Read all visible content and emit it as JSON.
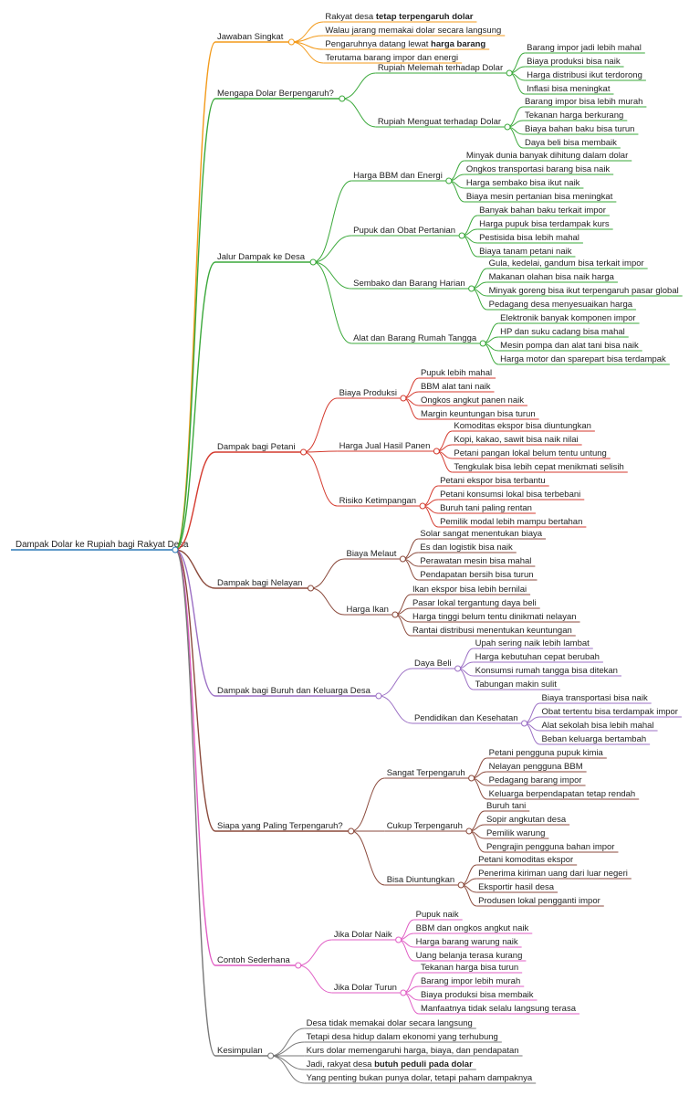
{
  "root": {
    "label": "Dampak Dolar ke Rupiah bagi Rakyat Desa",
    "color": "#2c78b7",
    "children": [
      {
        "label": "Jawaban Singkat",
        "color": "#f39a1a",
        "children": [
          {
            "label": "Rakyat desa ",
            "bold": "tetap terpengaruh dolar"
          },
          {
            "label": "Walau jarang memakai dolar secara langsung"
          },
          {
            "label": "Pengaruhnya datang lewat ",
            "bold": "harga barang"
          },
          {
            "label": "Terutama barang impor dan energi"
          }
        ]
      },
      {
        "label": "Mengapa Dolar Berpengaruh?",
        "color": "#3aa83a",
        "children": [
          {
            "label": "Rupiah Melemah terhadap Dolar",
            "children": [
              {
                "label": "Barang impor jadi lebih mahal"
              },
              {
                "label": "Biaya produksi bisa naik"
              },
              {
                "label": "Harga distribusi ikut terdorong"
              },
              {
                "label": "Inflasi bisa meningkat"
              }
            ]
          },
          {
            "label": "Rupiah Menguat terhadap Dolar",
            "children": [
              {
                "label": "Barang impor bisa lebih murah"
              },
              {
                "label": "Tekanan harga berkurang"
              },
              {
                "label": "Biaya bahan baku bisa turun"
              },
              {
                "label": "Daya beli bisa membaik"
              }
            ]
          }
        ]
      },
      {
        "label": "Jalur Dampak ke Desa",
        "color": "#3aa83a",
        "children": [
          {
            "label": "Harga BBM dan Energi",
            "children": [
              {
                "label": "Minyak dunia banyak dihitung dalam dolar"
              },
              {
                "label": "Ongkos transportasi barang bisa naik"
              },
              {
                "label": "Harga sembako bisa ikut naik"
              },
              {
                "label": "Biaya mesin pertanian bisa meningkat"
              }
            ]
          },
          {
            "label": "Pupuk dan Obat Pertanian",
            "children": [
              {
                "label": "Banyak bahan baku terkait impor"
              },
              {
                "label": "Harga pupuk bisa terdampak kurs"
              },
              {
                "label": "Pestisida bisa lebih mahal"
              },
              {
                "label": "Biaya tanam petani naik"
              }
            ]
          },
          {
            "label": "Sembako dan Barang Harian",
            "children": [
              {
                "label": "Gula, kedelai, gandum bisa terkait impor"
              },
              {
                "label": "Makanan olahan bisa naik harga"
              },
              {
                "label": "Minyak goreng bisa ikut terpengaruh pasar global"
              },
              {
                "label": "Pedagang desa menyesuaikan harga"
              }
            ]
          },
          {
            "label": "Alat dan Barang Rumah Tangga",
            "children": [
              {
                "label": "Elektronik banyak komponen impor"
              },
              {
                "label": "HP dan suku cadang bisa mahal"
              },
              {
                "label": "Mesin pompa dan alat tani bisa naik"
              },
              {
                "label": "Harga motor dan sparepart bisa terdampak"
              }
            ]
          }
        ]
      },
      {
        "label": "Dampak bagi Petani",
        "color": "#d43a2e",
        "children": [
          {
            "label": "Biaya Produksi",
            "children": [
              {
                "label": "Pupuk lebih mahal"
              },
              {
                "label": "BBM alat tani naik"
              },
              {
                "label": "Ongkos angkut panen naik"
              },
              {
                "label": "Margin keuntungan bisa turun"
              }
            ]
          },
          {
            "label": "Harga Jual Hasil Panen",
            "children": [
              {
                "label": "Komoditas ekspor bisa diuntungkan"
              },
              {
                "label": "Kopi, kakao, sawit bisa naik nilai"
              },
              {
                "label": "Petani pangan lokal belum tentu untung"
              },
              {
                "label": "Tengkulak bisa lebih cepat menikmati selisih"
              }
            ]
          },
          {
            "label": "Risiko Ketimpangan",
            "children": [
              {
                "label": "Petani ekspor bisa terbantu"
              },
              {
                "label": "Petani konsumsi lokal bisa terbebani"
              },
              {
                "label": "Buruh tani paling rentan"
              },
              {
                "label": "Pemilik modal lebih mampu bertahan"
              }
            ]
          }
        ]
      },
      {
        "label": "Dampak bagi Nelayan",
        "color": "#8b4a3c",
        "children": [
          {
            "label": "Biaya Melaut",
            "children": [
              {
                "label": "Solar sangat menentukan biaya"
              },
              {
                "label": "Es dan logistik bisa naik"
              },
              {
                "label": "Perawatan mesin bisa mahal"
              },
              {
                "label": "Pendapatan bersih bisa turun"
              }
            ]
          },
          {
            "label": "Harga Ikan",
            "children": [
              {
                "label": "Ikan ekspor bisa lebih bernilai"
              },
              {
                "label": "Pasar lokal tergantung daya beli"
              },
              {
                "label": "Harga tinggi belum tentu dinikmati nelayan"
              },
              {
                "label": "Rantai distribusi menentukan keuntungan"
              }
            ]
          }
        ]
      },
      {
        "label": "Dampak bagi Buruh dan Keluarga Desa",
        "color": "#9b6fc4",
        "children": [
          {
            "label": "Daya Beli",
            "children": [
              {
                "label": "Upah sering naik lebih lambat"
              },
              {
                "label": "Harga kebutuhan cepat berubah"
              },
              {
                "label": "Konsumsi rumah tangga bisa ditekan"
              },
              {
                "label": "Tabungan makin sulit"
              }
            ]
          },
          {
            "label": "Pendidikan dan Kesehatan",
            "children": [
              {
                "label": "Biaya transportasi bisa naik"
              },
              {
                "label": "Obat tertentu bisa terdampak impor"
              },
              {
                "label": "Alat sekolah bisa lebih mahal"
              },
              {
                "label": "Beban keluarga bertambah"
              }
            ]
          }
        ]
      },
      {
        "label": "Siapa yang Paling Terpengaruh?",
        "color": "#8b4a3c",
        "children": [
          {
            "label": "Sangat Terpengaruh",
            "children": [
              {
                "label": "Petani pengguna pupuk kimia"
              },
              {
                "label": "Nelayan pengguna BBM"
              },
              {
                "label": "Pedagang barang impor"
              },
              {
                "label": "Keluarga berpendapatan tetap rendah"
              }
            ]
          },
          {
            "label": "Cukup Terpengaruh",
            "children": [
              {
                "label": "Buruh tani"
              },
              {
                "label": "Sopir angkutan desa"
              },
              {
                "label": "Pemilik warung"
              },
              {
                "label": "Pengrajin pengguna bahan impor"
              }
            ]
          },
          {
            "label": "Bisa Diuntungkan",
            "children": [
              {
                "label": "Petani komoditas ekspor"
              },
              {
                "label": "Penerima kiriman uang dari luar negeri"
              },
              {
                "label": "Eksportir hasil desa"
              },
              {
                "label": "Produsen lokal pengganti impor"
              }
            ]
          }
        ]
      },
      {
        "label": "Contoh Sederhana",
        "color": "#e05cc4",
        "children": [
          {
            "label": "Jika Dolar Naik",
            "children": [
              {
                "label": "Pupuk naik"
              },
              {
                "label": "BBM dan ongkos angkut naik"
              },
              {
                "label": "Harga barang warung naik"
              },
              {
                "label": "Uang belanja terasa kurang"
              }
            ]
          },
          {
            "label": "Jika Dolar Turun",
            "children": [
              {
                "label": "Tekanan harga bisa turun"
              },
              {
                "label": "Barang impor lebih murah"
              },
              {
                "label": "Biaya produksi bisa membaik"
              },
              {
                "label": "Manfaatnya tidak selalu langsung terasa"
              }
            ]
          }
        ]
      },
      {
        "label": "Kesimpulan",
        "color": "#777777",
        "children": [
          {
            "label": "Desa tidak memakai dolar secara langsung"
          },
          {
            "label": "Tetapi desa hidup dalam ekonomi yang terhubung"
          },
          {
            "label": "Kurs dolar memengaruhi harga, biaya, dan pendapatan"
          },
          {
            "label": "Jadi, rakyat desa ",
            "bold": "butuh peduli pada dolar"
          },
          {
            "label": "Yang penting bukan punya dolar, tetapi paham dampaknya"
          }
        ]
      }
    ]
  }
}
